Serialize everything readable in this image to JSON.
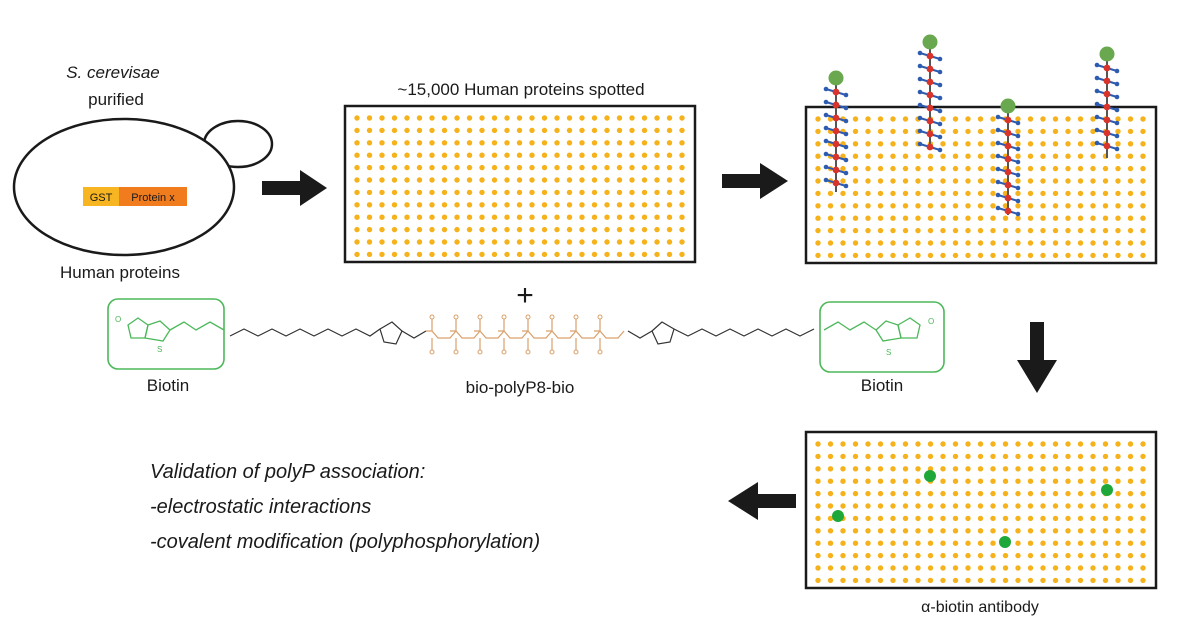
{
  "yeast": {
    "species": "S. cerevisae",
    "purified_label": "purified",
    "human_proteins_label": "Human proteins",
    "tag_gst": "GST",
    "tag_protein": "Protein x"
  },
  "array": {
    "spotted_label": "~15,000 Human proteins spotted",
    "antibody_label": "α-biotin antibody"
  },
  "probe": {
    "plus": "+",
    "name": "bio-polyP8-bio",
    "biotin_left": "Biotin",
    "biotin_right": "Biotin"
  },
  "validation": {
    "title": "Validation of polyP association:",
    "items": [
      "-electrostatic interactions",
      "-covalent modification (polyphosphorylation)"
    ]
  },
  "colors": {
    "spot": "#f5b21b",
    "hit": "#1fa83a",
    "biotin_green": "#4cb85a",
    "phosphate": "#d9a06b",
    "gst_tag": "#f7b521",
    "protein_tag": "#f07c1e",
    "arrow": "#1a1a1a"
  }
}
